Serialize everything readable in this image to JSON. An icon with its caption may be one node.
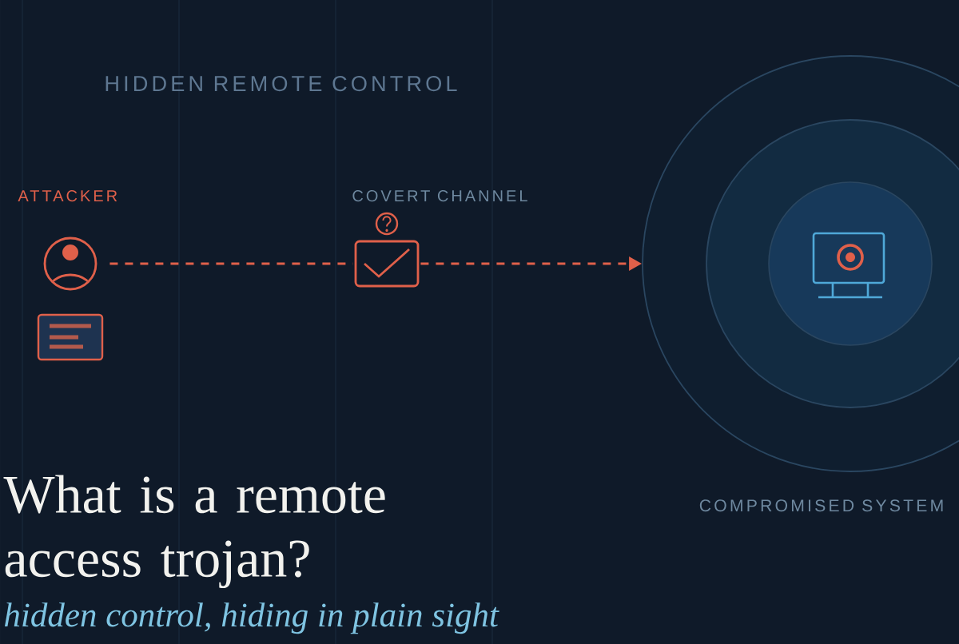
{
  "diagram": {
    "title": "What is a remote access trojan?",
    "nodes": [
      {
        "text": [
          "ATTACKER"
        ]
      },
      {
        "text": [
          "COVERT CHANNEL"
        ]
      },
      {
        "text": [
          "COMPROMISED SYSTEM"
        ]
      }
    ],
    "edges": [
      {
        "from": 0,
        "to": 1,
        "arrow": "none",
        "style": "dashed"
      },
      {
        "from": 1,
        "to": 2,
        "arrow": "to",
        "style": "dashed"
      }
    ],
    "labels": [
      "HIDDEN REMOTE CONTROL",
      "hidden control, hiding in plain sight"
    ]
  }
}
